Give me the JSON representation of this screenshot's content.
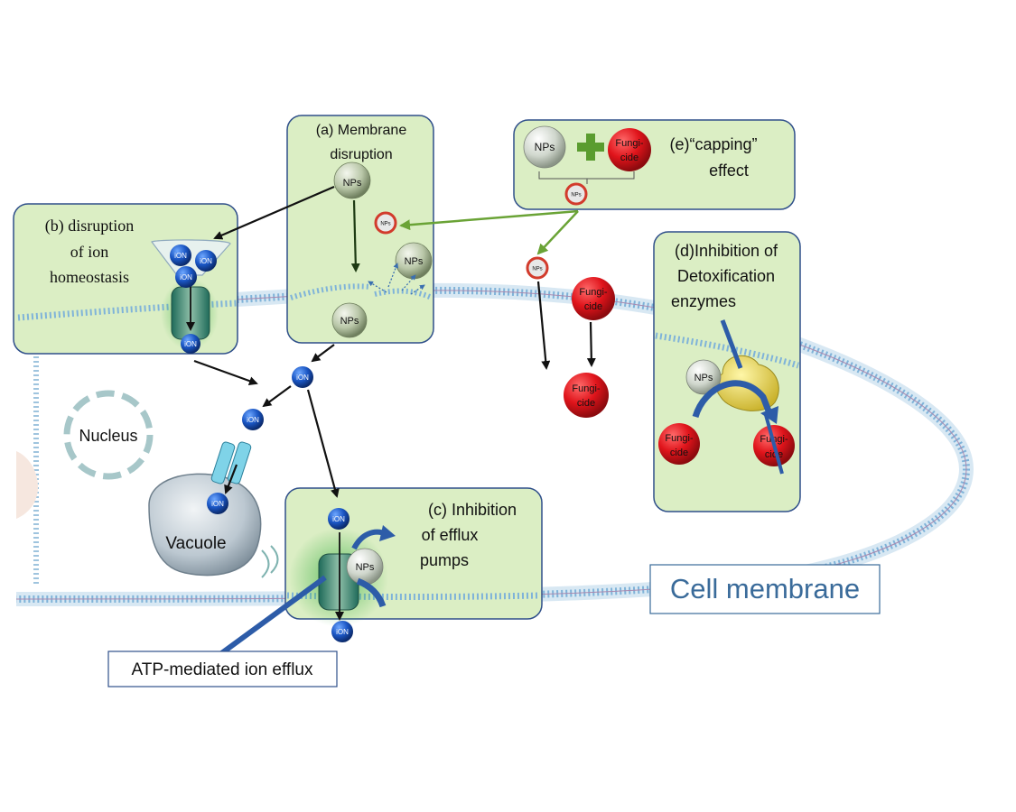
{
  "panels": {
    "a": {
      "title_line1": "(a) Membrane",
      "title_line2": "disruption"
    },
    "b": {
      "title_line1": "(b) disruption",
      "title_line2": "of ion",
      "title_line3": "homeostasis"
    },
    "c": {
      "title_line1": "(c) Inhibition",
      "title_line2": "of efflux",
      "title_line3": "pumps"
    },
    "d": {
      "title_line1": "(d)Inhibition of",
      "title_line2": "Detoxification",
      "title_line3": "enzymes"
    },
    "e": {
      "title_line1": "(e)“capping”",
      "title_line2": "effect"
    }
  },
  "labels": {
    "nucleus": "Nucleus",
    "vacuole": "Vacuole",
    "cell_membrane": "Cell membrane",
    "atp_efflux": "ATP-mediated ion efflux",
    "nps": "NPs",
    "ion": "iON",
    "fungicide_line1": "Fungi-",
    "fungicide_line2": "cide"
  },
  "colors": {
    "panel_fill": "#dbeec4",
    "panel_border": "#2f4f8a",
    "membrane": "#7fb3d9",
    "fungicide_red": "#e0141b",
    "ion_blue": "#1a56c4",
    "arrow_green": "#6aa336",
    "cell_membrane_text": "#3a6b9a"
  }
}
